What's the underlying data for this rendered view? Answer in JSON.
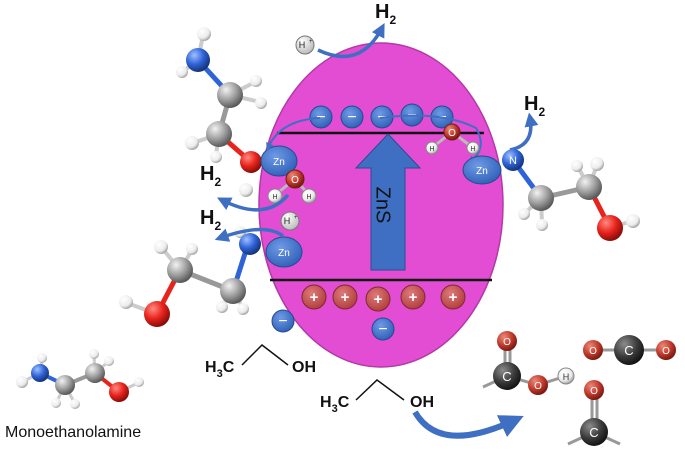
{
  "labels": {
    "h2_top": "H",
    "h2_right": "H",
    "h2_left_upper": "H",
    "h2_left_lower": "H",
    "two": "2",
    "h_plus": "H",
    "plus_sup": "+",
    "zn": "Zn",
    "o": "O",
    "h": "H",
    "n": "N",
    "c": "C",
    "zns": "ZnS",
    "minus": "−",
    "plus": "+",
    "h3c": "H",
    "three": "3",
    "c_after": "C",
    "oh": "OH",
    "monoethanolamine": "Monoethanolamine"
  },
  "colors": {
    "particle": "#e24dd4",
    "electron": "#3a6fc9",
    "hole": "#c84a4a",
    "arrow": "#3f6fc2",
    "carbon": "#9a9a9a",
    "oxygen": "#e8231c",
    "nitrogen": "#2f63d8",
    "hydrogen": "#ffffff",
    "dark_carbon": "#3b3b3b"
  }
}
